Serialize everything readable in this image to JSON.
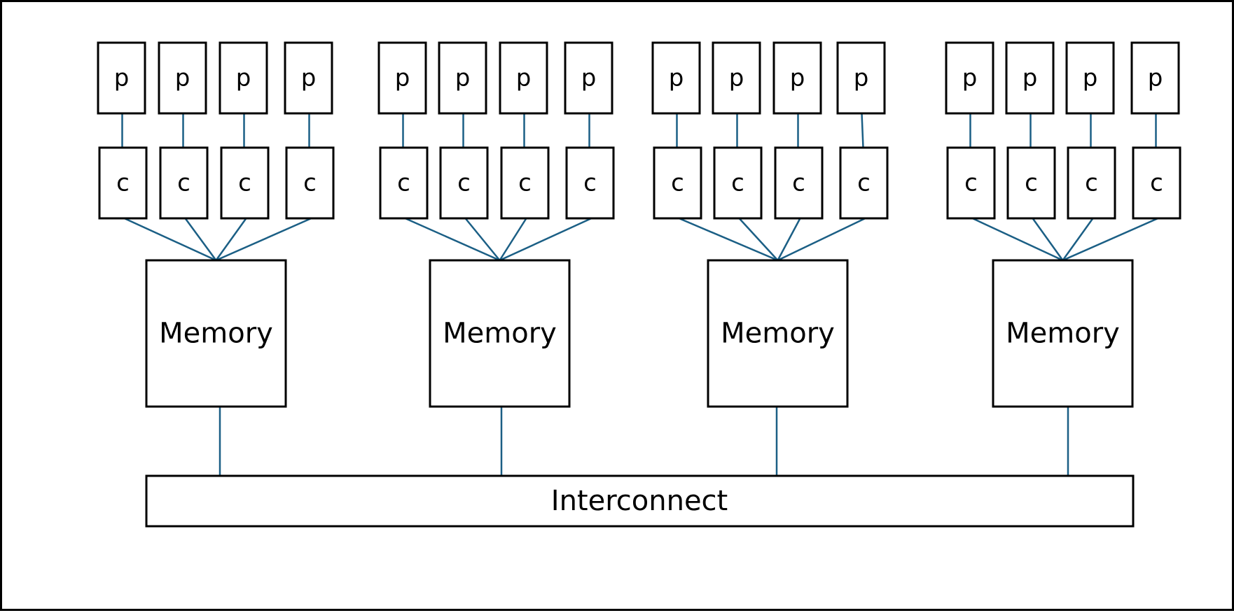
{
  "diagram": {
    "processor_label": "p",
    "cache_label": "c",
    "memory_label": "Memory",
    "interconnect_label": "Interconnect",
    "clusters": 4,
    "processors_per_cluster": 4,
    "line_color": "#1b5f85",
    "box_stroke": "#000000",
    "background": "#ffffff"
  }
}
